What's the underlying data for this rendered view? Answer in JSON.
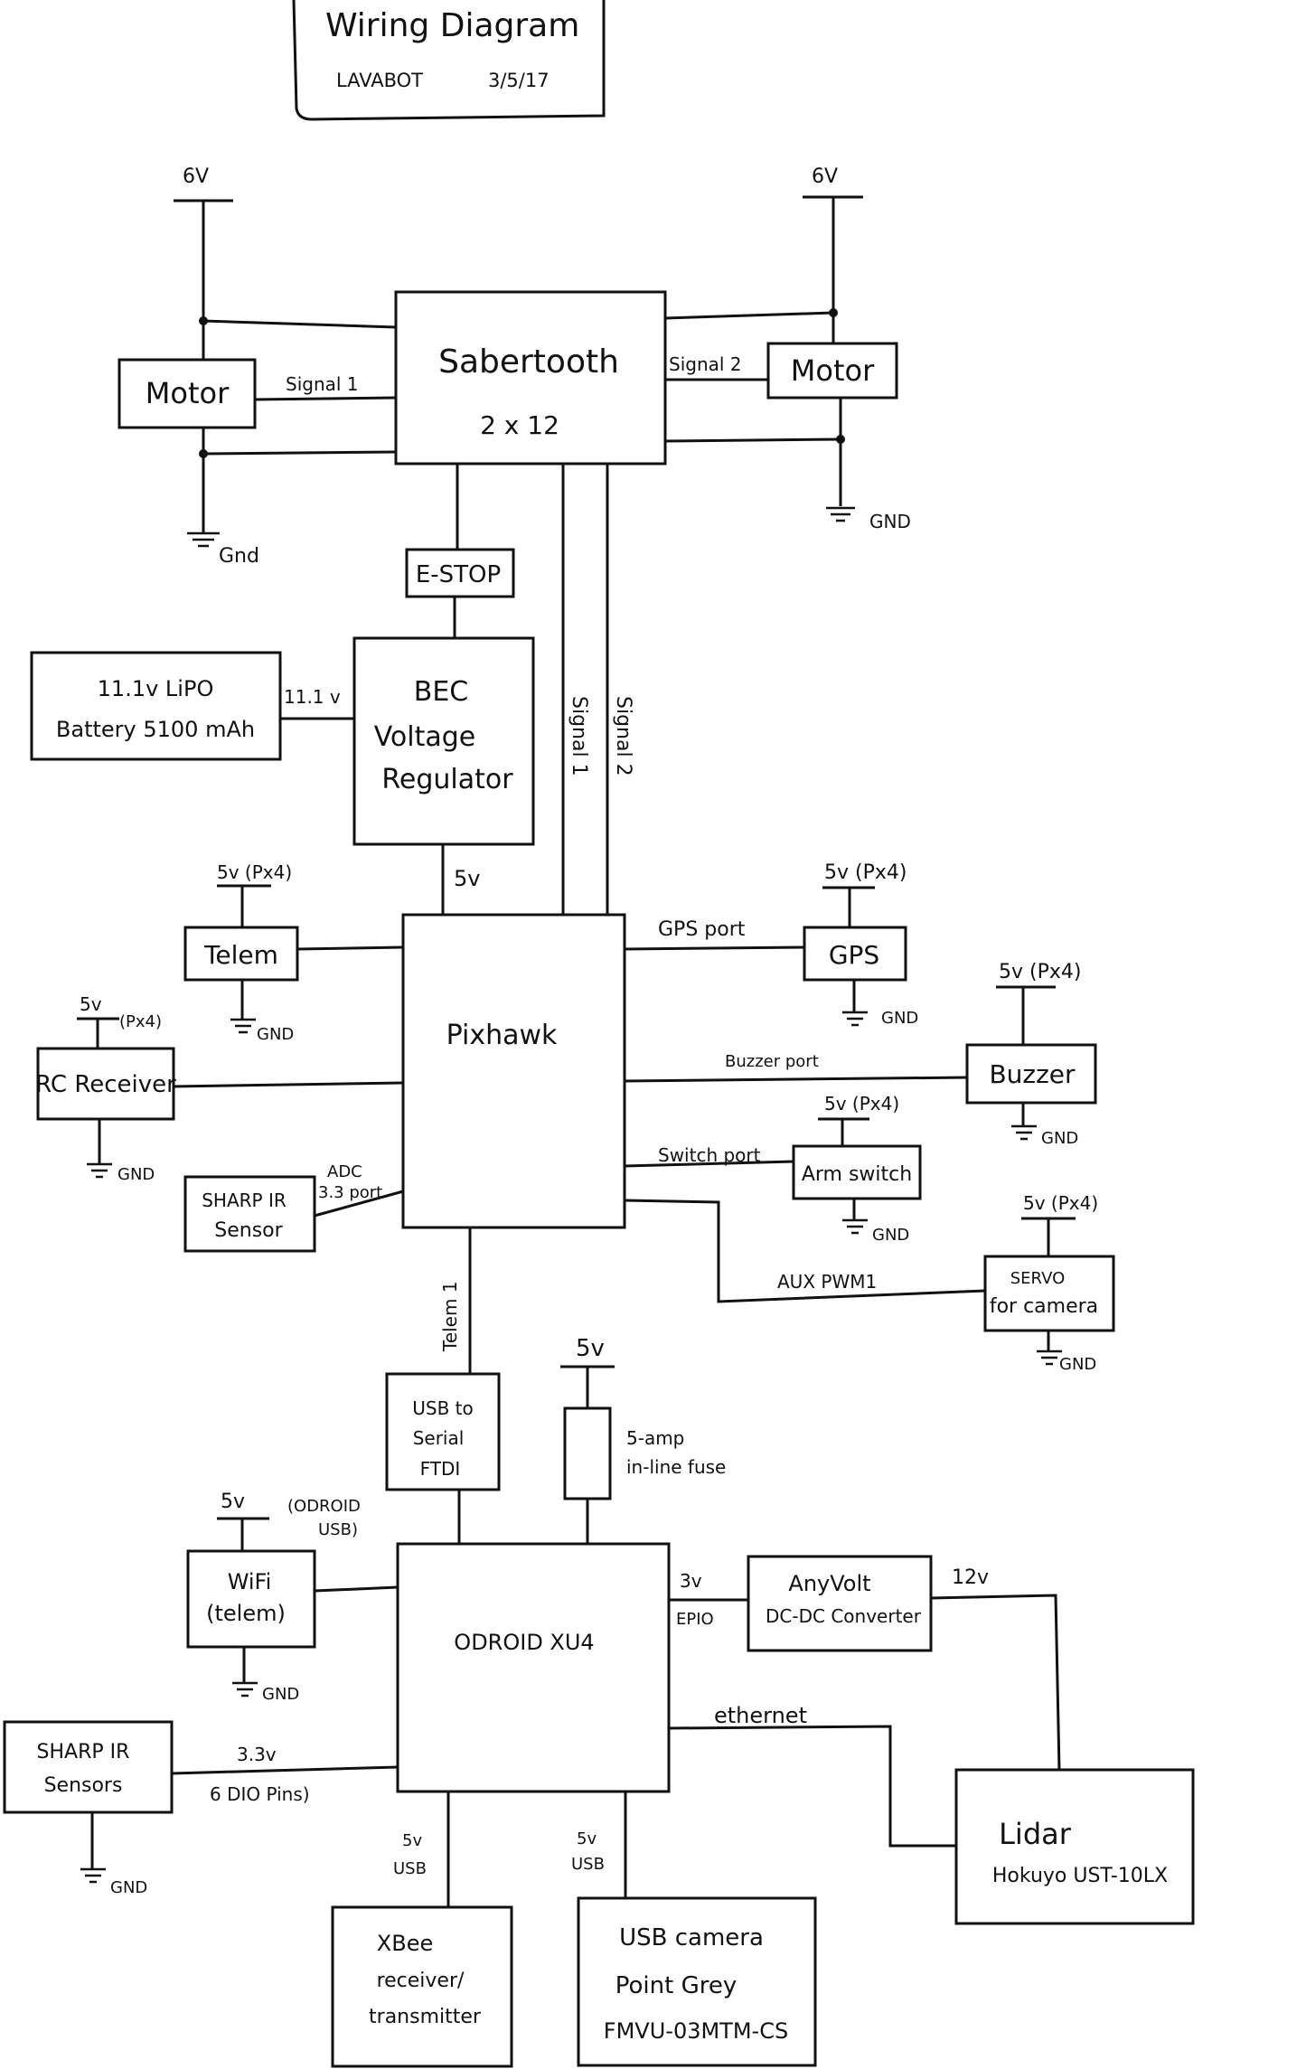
{
  "title_block": {
    "title": "Wiring Diagram",
    "project": "LAVABOT",
    "date": "3/5/17"
  },
  "components": {
    "motor_left": "Motor",
    "motor_right": "Motor",
    "sabertooth": [
      "Sabertooth",
      "2 x 12"
    ],
    "estop": "E-STOP",
    "battery": [
      "11.1v   LiPO",
      "Battery  5100 mAh"
    ],
    "bec": [
      "BEC",
      "Voltage",
      "Regulator"
    ],
    "pixhawk": "Pixhawk",
    "telem": "Telem",
    "rc_receiver": "RC Receiver",
    "sharp_ir_sensor": [
      "SHARP IR",
      "Sensor"
    ],
    "gps": "GPS",
    "buzzer": "Buzzer",
    "arm_switch": "Arm switch",
    "servo": [
      "SERVO",
      "for camera"
    ],
    "usb_serial": [
      "USB to",
      "Serial",
      "FTDI"
    ],
    "fuse": [
      "5-amp",
      "in-line fuse"
    ],
    "wifi": [
      "WiFi",
      "(telem)"
    ],
    "odroid": "ODROID XU4",
    "anyvolt": [
      "AnyVolt",
      "DC-DC Converter"
    ],
    "sharp_ir_sensors": [
      "SHARP IR",
      "Sensors"
    ],
    "lidar": [
      "Lidar",
      "Hokuyo UST-10LX"
    ],
    "xbee": [
      "XBee",
      "receiver/",
      "transmitter"
    ],
    "usb_camera": [
      "USB camera",
      "Point  Grey",
      "FMVU-03MTM-CS"
    ]
  },
  "rails": {
    "six_v_left": "6V",
    "six_v_right": "6V",
    "gnd_motor_left": "Gnd",
    "gnd_motor_right": "GND",
    "telem_5v": "5v (Px4)",
    "telem_gnd": "GND",
    "rc_5v": "5v",
    "rc_px4": "(Px4)",
    "rc_gnd": "GND",
    "gps_5v": "5v (Px4)",
    "gps_gnd": "GND",
    "buzzer_5v": "5v (Px4)",
    "buzzer_gnd": "GND",
    "arm_5v": "5v (Px4)",
    "arm_gnd": "GND",
    "servo_5v": "5v (Px4)",
    "servo_gnd": "GND",
    "fuse_5v": "5v",
    "wifi_5v": "5v",
    "wifi_gnd": "GND",
    "odroid_usb_note": [
      "(ODROID",
      "USB)"
    ],
    "sharp_gnd": "GND"
  },
  "connections": {
    "signal1": "Signal 1",
    "signal2": "Signal 2",
    "signal1_vertical": "Signal 1",
    "signal2_vertical": "Signal 2",
    "battery_bec": "11.1 v",
    "bec_pixhawk": "5v",
    "gps_port": "GPS  port",
    "buzzer_port": "Buzzer port",
    "switch_port": "Switch port",
    "adc_port": [
      "ADC",
      "3.3 port"
    ],
    "aux_pwm": "AUX  PWM1",
    "telem1": "Telem 1",
    "odroid_3v": "3v",
    "odroid_epio": "EPIO",
    "anyvolt_12v": "12v",
    "ethernet": "ethernet",
    "sharp_33v": "3.3v",
    "sharp_dio": "6 DIO Pins)",
    "xbee_usb": [
      "5v",
      "USB"
    ],
    "camera_usb": [
      "5v",
      "USB"
    ]
  }
}
